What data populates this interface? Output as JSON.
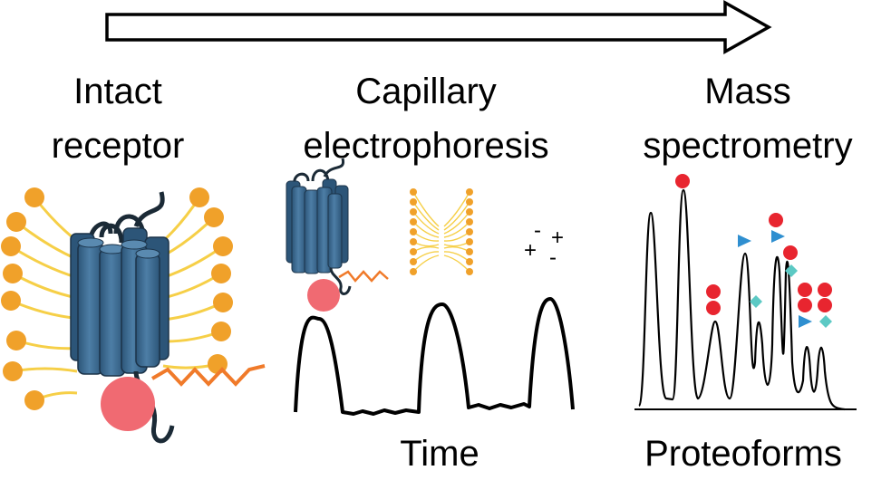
{
  "stages": [
    {
      "title_lines": [
        "Intact",
        "receptor"
      ]
    },
    {
      "title_lines": [
        "Capillary",
        "electrophoresis"
      ],
      "axis_label": "Time",
      "charges": [
        "-",
        "+",
        "+",
        "-"
      ]
    },
    {
      "title_lines": [
        "Mass",
        "spectrometry"
      ],
      "axis_label": "Proteoforms"
    }
  ],
  "colors": {
    "helix": "#3f6f96",
    "helix_dark": "#2c5578",
    "lipid_head": "#f0a12a",
    "lipid_tail": "#f6cf47",
    "ligand": "#f06a72",
    "peptide": "#f07a2a",
    "marker_red": "#e8252f",
    "marker_blue": "#2f8fd0",
    "marker_teal": "#5cc9c4"
  },
  "icons": [
    "arrow-icon",
    "receptor-icon",
    "lipid-micelle-icon",
    "ligand-icon",
    "peptide-icon",
    "circle-marker-icon",
    "triangle-marker-icon",
    "diamond-marker-icon"
  ]
}
